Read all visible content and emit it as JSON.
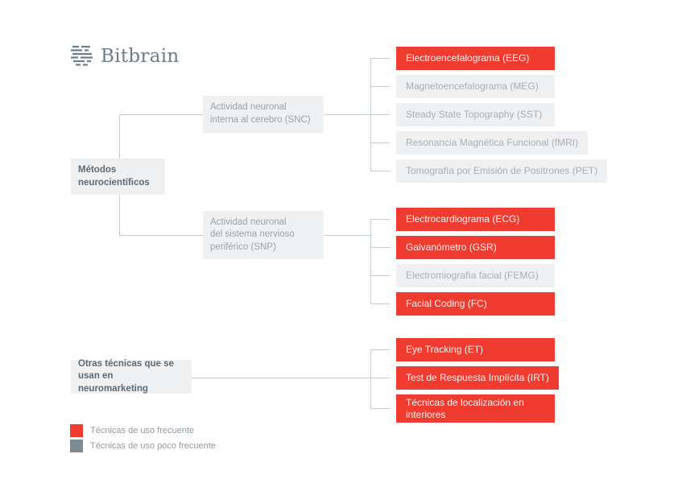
{
  "logo": {
    "text": "Bitbrain"
  },
  "colors": {
    "frequent_red": "#f03c30",
    "infrequent_box_bg": "#eef0f1",
    "infrequent_legend_swatch": "#7c8a94",
    "connector_line": "#c3ccd2",
    "node_text": "#9aa3ab",
    "bold_text": "#5a6a77"
  },
  "root": {
    "label": "Métodos\nneurocientíficos"
  },
  "branches": [
    {
      "label": "Actividad neuronal\ninterna al cerebro (SNC)",
      "items": [
        {
          "label": "Electroencefalograma (EEG)",
          "usage": "frequent"
        },
        {
          "label": "Magnetoencefalograma (MEG)",
          "usage": "infrequent"
        },
        {
          "label": "Steady State Topography (SST)",
          "usage": "infrequent"
        },
        {
          "label": "Resonancia Magnética Funcional (fMRI)",
          "usage": "infrequent"
        },
        {
          "label": "Tomografía por Emisión de Positrones (PET)",
          "usage": "infrequent"
        }
      ]
    },
    {
      "label": "Actividad neuronal\ndel sistema nervioso\nperiférico (SNP)",
      "items": [
        {
          "label": "Electrocardiograma (ECG)",
          "usage": "frequent"
        },
        {
          "label": "Galvanómetro (GSR)",
          "usage": "frequent"
        },
        {
          "label": "Electromiografía facial (FEMG)",
          "usage": "infrequent"
        },
        {
          "label": "Facial Coding (FC)",
          "usage": "frequent"
        }
      ]
    },
    {
      "label": "Otras técnicas que se\nusan en neuromarketing",
      "items": [
        {
          "label": "Eye Tracking (ET)",
          "usage": "frequent"
        },
        {
          "label": "Test de Respuesta Implícita (IRT)",
          "usage": "frequent"
        },
        {
          "label": "Técnicas de localización en\ninteriores",
          "usage": "frequent"
        }
      ]
    }
  ],
  "legend": [
    {
      "label": "Técnicas de uso frecuente",
      "usage": "frequent"
    },
    {
      "label": "Técnicas de uso poco frecuente",
      "usage": "infrequent"
    }
  ]
}
